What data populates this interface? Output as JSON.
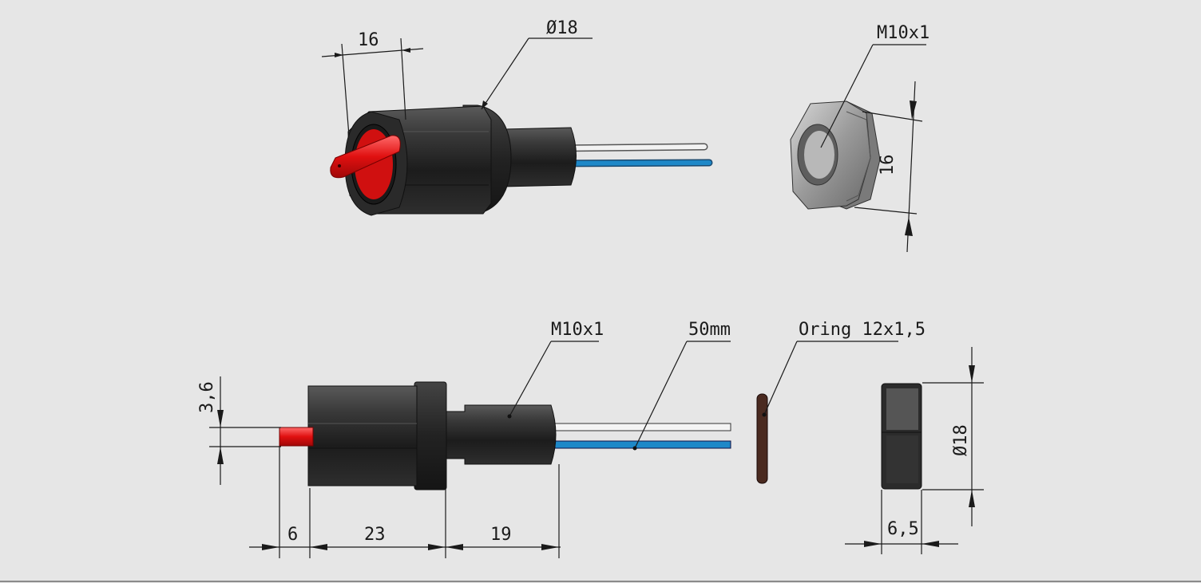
{
  "labels": {
    "iso_width": "16",
    "iso_diameter": "Ø18",
    "nut_thread": "M10x1",
    "nut_height": "16",
    "side_thread": "M10x1",
    "cable_length": "50mm",
    "oring": "Oring 12x1,5",
    "lever_height": "3,6",
    "lever_length": "6",
    "body_length": "23",
    "neck_length": "19",
    "nut_diameter": "Ø18",
    "nut_thickness": "6,5"
  },
  "colors": {
    "background": "#e6e6e6",
    "body": "#2b2b2b",
    "lever": "#e81818",
    "wire_white": "#f2f2f2",
    "wire_blue": "#1e88c8",
    "nut": "#9a9a9a",
    "oring": "#4a2a20"
  }
}
